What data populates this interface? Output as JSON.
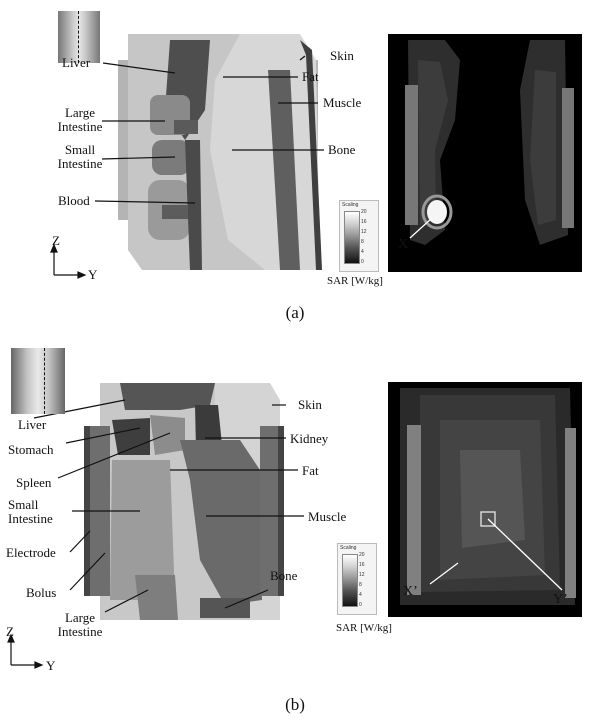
{
  "panel_a": {
    "labels": {
      "liver": "Liver",
      "large_intestine": "Large\nIntestine",
      "small_intestine": "Small\nIntestine",
      "blood": "Blood",
      "skin": "Skin",
      "fat": "Fat",
      "muscle": "Muscle",
      "bone": "Bone",
      "point_x": "X"
    },
    "axis_z": "Z",
    "axis_y": "Y",
    "legend_title": "Scaling",
    "legend_ticks": [
      "20",
      "16",
      "12",
      "8",
      "4",
      "0"
    ],
    "sar_label": "SAR [W/kg]",
    "caption": "(a)"
  },
  "panel_b": {
    "labels": {
      "liver": "Liver",
      "stomach": "Stomach",
      "spleen": "Spleen",
      "small_intestine": "Small\nIntestine",
      "electrode": "Electrode",
      "bolus": "Bolus",
      "large_intestine": "Large\nIntestine",
      "skin": "Skin",
      "kidney": "Kidney",
      "fat": "Fat",
      "muscle": "Muscle",
      "bone": "Bone",
      "point_x": "X’",
      "point_y": "Y’"
    },
    "axis_z": "Z",
    "axis_y": "Y",
    "legend_title": "Scaling",
    "legend_ticks": [
      "20",
      "16",
      "12",
      "8",
      "4",
      "0"
    ],
    "sar_label": "SAR [W/kg]",
    "caption": "(b)"
  },
  "colors": {
    "background_model": "#c8c8c8",
    "organ_dark": "#4d4d4d",
    "organ_mid": "#8c8c8c",
    "fat_light": "#d9d9d9",
    "muscle": "#6b6b6b",
    "sar_black": "#000000"
  }
}
